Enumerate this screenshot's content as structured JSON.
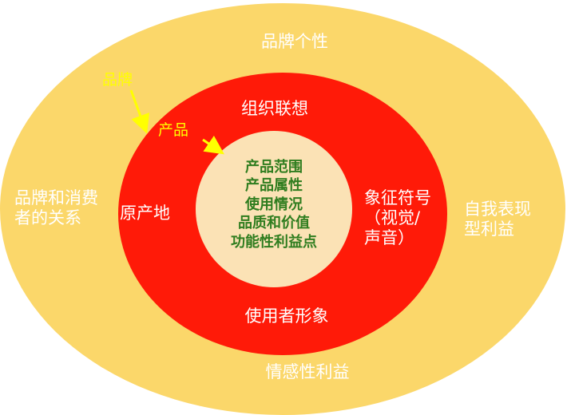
{
  "colors": {
    "outer_ring": "#fbd76a",
    "middle_ring": "#ff1a08",
    "core": "#fbe2b5",
    "core_text": "#2f7d1f",
    "arrow": "#ffff00"
  },
  "outer": {
    "brand_personality": "品牌个性",
    "brand_consumer_relation": [
      "品牌和消费",
      "者的关系"
    ],
    "self_expression": [
      "自我表现",
      "型利益"
    ],
    "emotional_benefit": "情感性利益"
  },
  "middle": {
    "org_association": "组织联想",
    "origin": "原产地",
    "symbol": [
      "象征符号",
      "（视觉/",
      "声音）"
    ],
    "user_image": "使用者形象"
  },
  "core": {
    "items": [
      "产品范围",
      "产品属性",
      "使用情况",
      "品质和价值",
      "功能性利益点"
    ]
  },
  "tags": {
    "brand": "品牌",
    "product": "产品"
  }
}
